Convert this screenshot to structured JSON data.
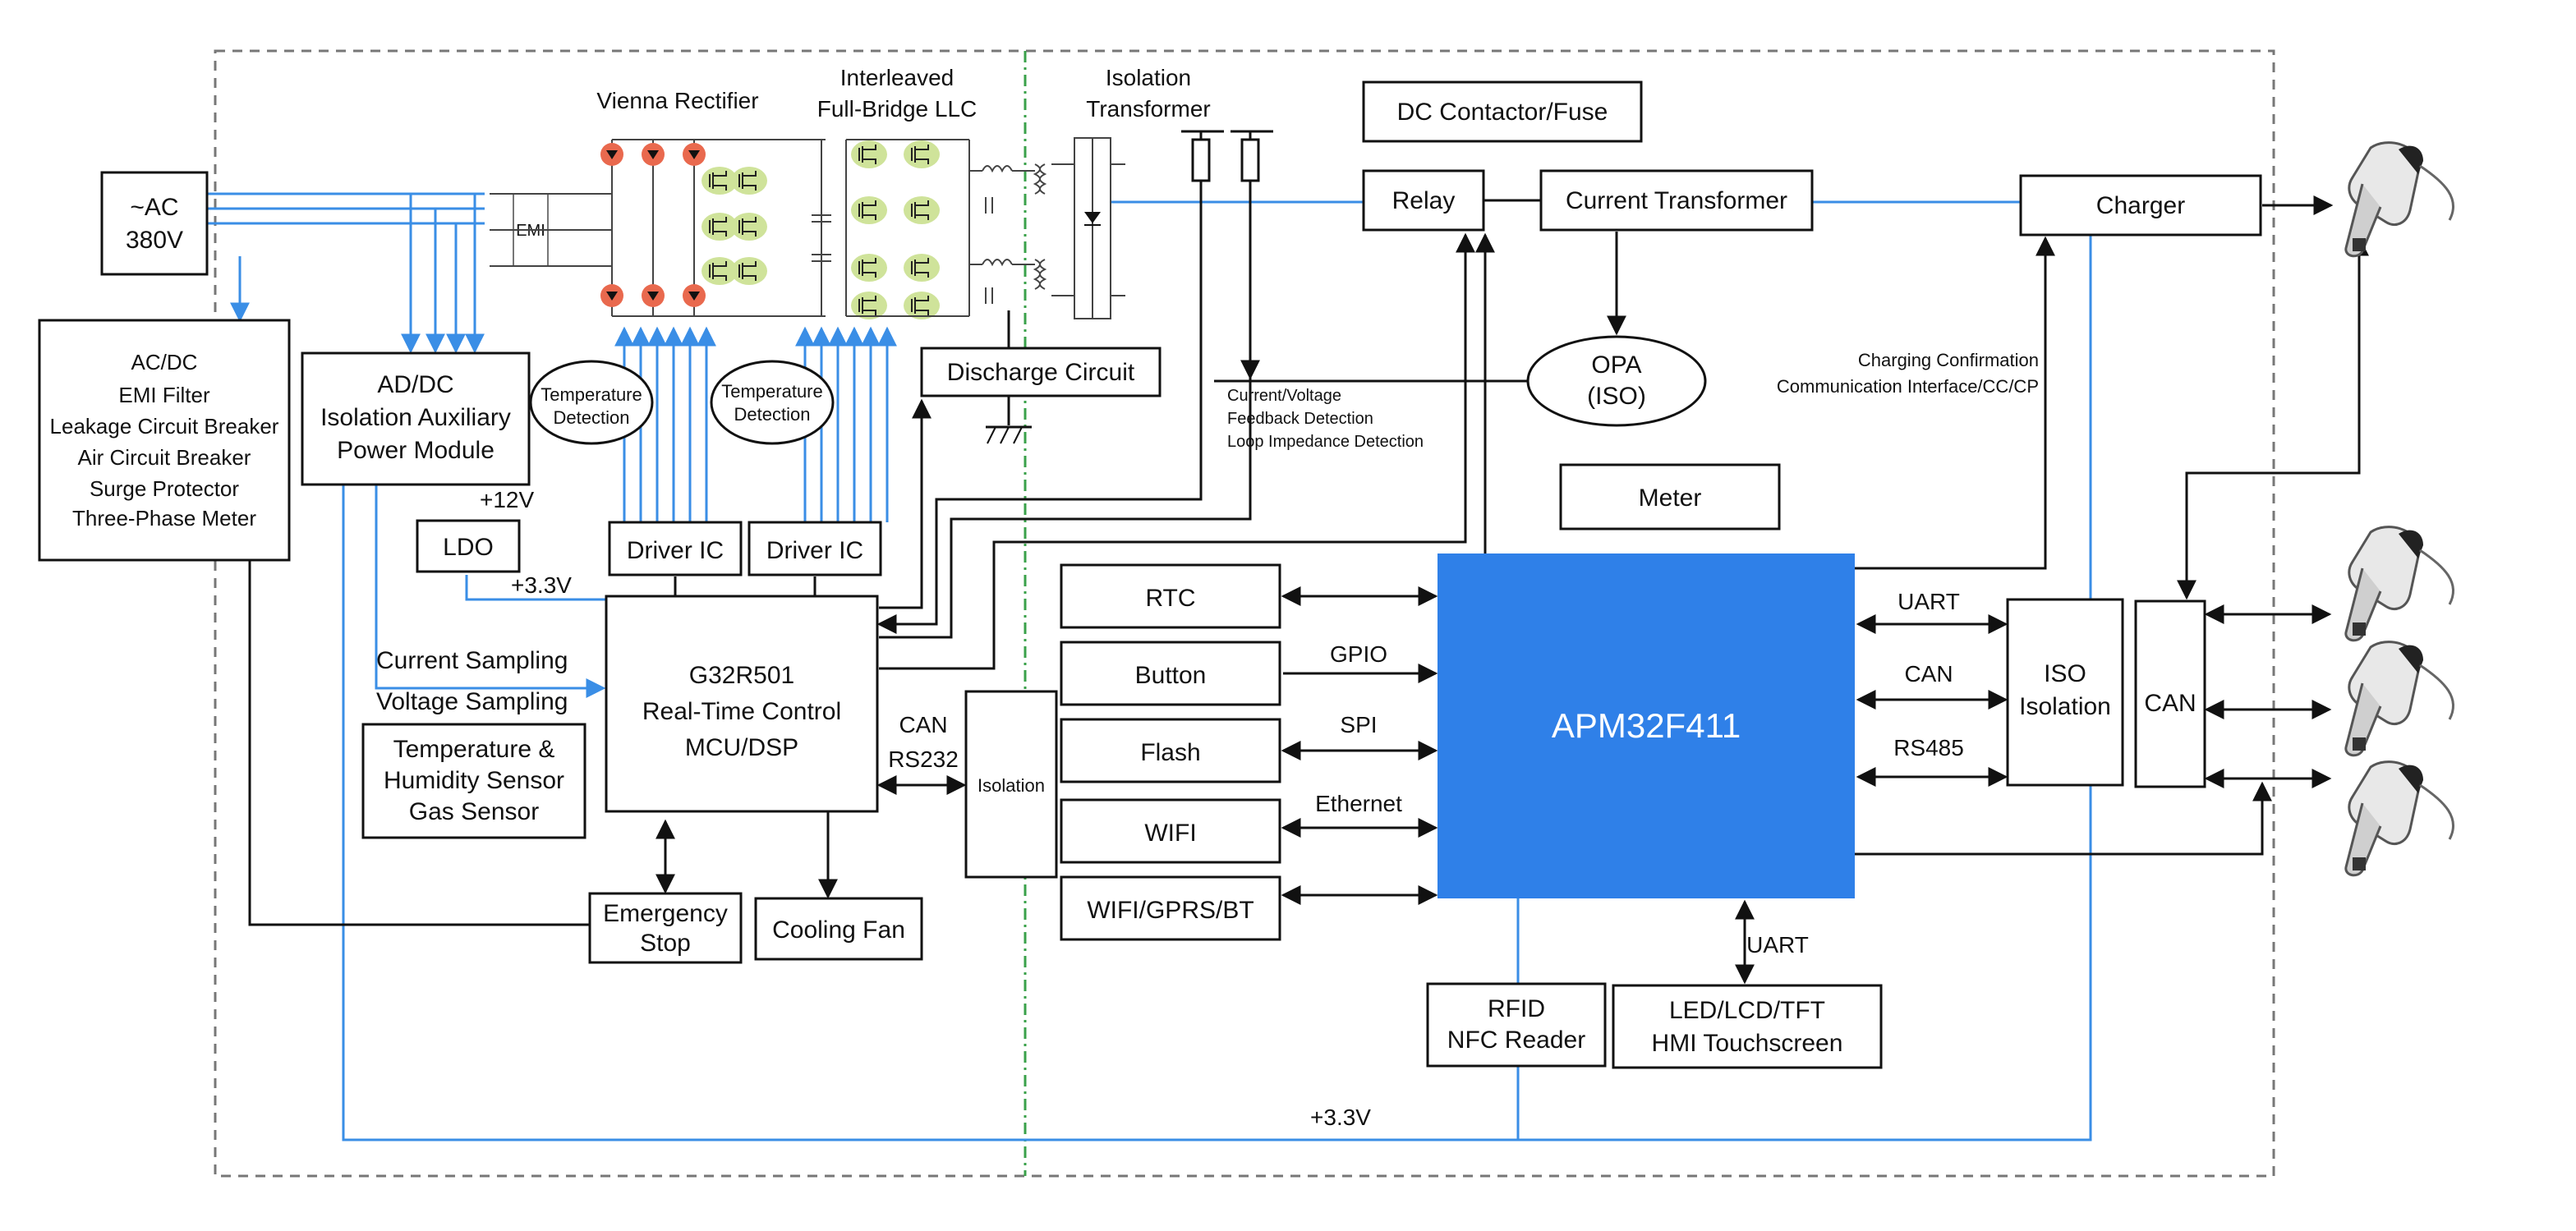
{
  "labels": {
    "vienna": "Vienna Rectifier",
    "llc1": "Interleaved",
    "llc2": "Full-Bridge LLC",
    "iso_tr1": "Isolation",
    "iso_tr2": "Transformer",
    "dc_contactor": "DC Contactor/Fuse",
    "ac1": "~AC",
    "ac2": "380V",
    "relay": "Relay",
    "ct": "Current Transformer",
    "charger": "Charger",
    "acdc": [
      "AC/DC",
      "EMI Filter",
      "Leakage Circuit Breaker",
      "Air Circuit Breaker",
      "Surge Protector",
      "Three-Phase Meter"
    ],
    "aux": [
      "AD/DC",
      "Isolation Auxiliary",
      "Power Module"
    ],
    "temp1": [
      "Temperature",
      "Detection"
    ],
    "temp2": [
      "Temperature",
      "Detection"
    ],
    "discharge": "Discharge Circuit",
    "opa1": "OPA",
    "opa2": "(ISO)",
    "charging1": "Charging Confirmation",
    "charging2": "Communication Interface/CC/CP",
    "cv1": "Current/Voltage",
    "cv2": "Feedback Detection",
    "cv3": "Loop Impedance Detection",
    "v12": "+12V",
    "ldo": "LDO",
    "driver1": "Driver IC",
    "driver2": "Driver IC",
    "meter": "Meter",
    "v33a": "+3.3V",
    "current_sampling": "Current Sampling",
    "voltage_sampling": "Voltage Sampling",
    "mcu": [
      "G32R501",
      "Real-Time Control",
      "MCU/DSP"
    ],
    "can_rs1": "CAN",
    "can_rs2": "RS232",
    "isolation": "Isolation",
    "temp_hum": [
      "Temperature &",
      "Humidity Sensor",
      "Gas Sensor"
    ],
    "rtc": "RTC",
    "button": "Button",
    "gpio": "GPIO",
    "flash": "Flash",
    "spi": "SPI",
    "wifi": "WIFI",
    "ethernet": "Ethernet",
    "wifi_gprs": "WIFI/GPRS/BT",
    "apm": "APM32F411",
    "uart1": "UART",
    "can1": "CAN",
    "rs485": "RS485",
    "iso_iso1": "ISO",
    "iso_iso2": "Isolation",
    "can_box": "CAN",
    "emergency1": "Emergency",
    "emergency2": "Stop",
    "cooling": "Cooling Fan",
    "rfid1": "RFID",
    "rfid2": "NFC Reader",
    "hmi1": "LED/LCD/TFT",
    "hmi2": "HMI Touchscreen",
    "uart2": "UART",
    "v33b": "+3.3V",
    "emi": "EMI"
  },
  "colors": {
    "accent_blue": "#2f80e8",
    "power_line": "#3a8ee6",
    "diode_red": "#e9694e",
    "mosfet_green": "#cfe39a",
    "isolation_divider": "#3aa14a",
    "border_dash": "#777777"
  }
}
